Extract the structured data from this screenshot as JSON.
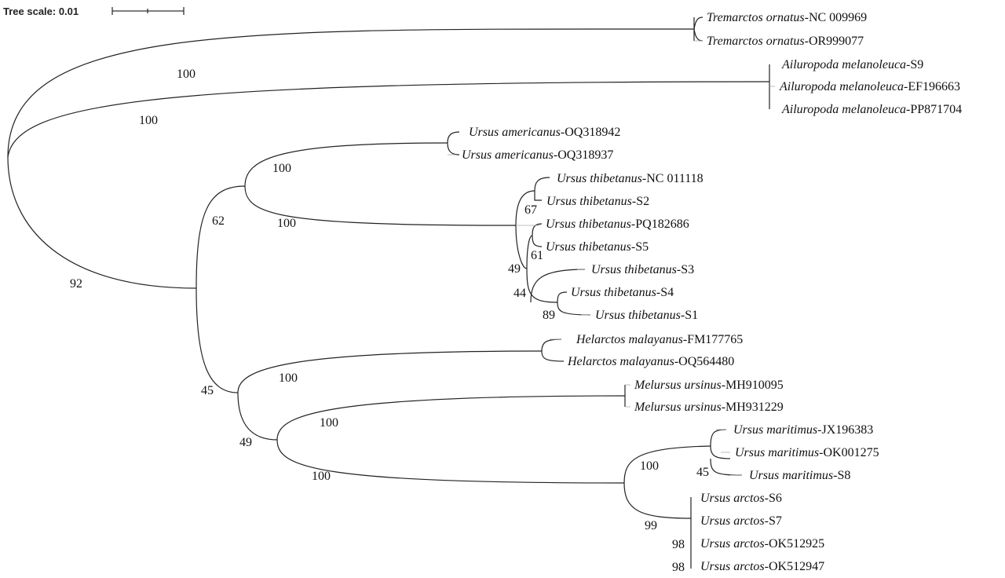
{
  "scale": {
    "label": "Tree scale: 0.01"
  },
  "leaves": [
    {
      "species": "Tremarctos ornatus",
      "accession": "-NC 009969"
    },
    {
      "species": "Tremarctos ornatus",
      "accession": "-OR999077"
    },
    {
      "species": "Ailuropoda melanoleuca",
      "accession": "-S9"
    },
    {
      "species": "Ailuropoda melanoleuca",
      "accession": "-EF196663"
    },
    {
      "species": "Ailuropoda melanoleuca",
      "accession": "-PP871704"
    },
    {
      "species": "Ursus americanus",
      "accession": "-OQ318942"
    },
    {
      "species": "Ursus americanus",
      "accession": "-OQ318937"
    },
    {
      "species": "Ursus thibetanus",
      "accession": "-NC 011118"
    },
    {
      "species": "Ursus thibetanus",
      "accession": "-S2"
    },
    {
      "species": "Ursus thibetanus",
      "accession": "-PQ182686"
    },
    {
      "species": "Ursus thibetanus",
      "accession": "-S5"
    },
    {
      "species": "Ursus thibetanus",
      "accession": "-S3"
    },
    {
      "species": "Ursus thibetanus",
      "accession": "-S4"
    },
    {
      "species": "Ursus thibetanus",
      "accession": "-S1"
    },
    {
      "species": "Helarctos malayanus",
      "accession": "-FM177765"
    },
    {
      "species": "Helarctos malayanus",
      "accession": "-OQ564480"
    },
    {
      "species": "Melursus ursinus",
      "accession": "-MH910095"
    },
    {
      "species": "Melursus ursinus",
      "accession": "-MH931229"
    },
    {
      "species": "Ursus maritimus",
      "accession": "-JX196383"
    },
    {
      "species": "Ursus maritimus",
      "accession": "-OK001275"
    },
    {
      "species": "Ursus maritimus",
      "accession": "-S8"
    },
    {
      "species": "Ursus arctos",
      "accession": "-S6"
    },
    {
      "species": "Ursus arctos",
      "accession": "-S7"
    },
    {
      "species": "Ursus arctos",
      "accession": "-OK512925"
    },
    {
      "species": "Ursus arctos",
      "accession": "-OK512947"
    }
  ],
  "support_values": [
    "100",
    "100",
    "100",
    "100",
    "67",
    "61",
    "49",
    "44",
    "89",
    "62",
    "92",
    "100",
    "45",
    "100",
    "100",
    "49",
    "100",
    "45",
    "99",
    "98",
    "98"
  ]
}
